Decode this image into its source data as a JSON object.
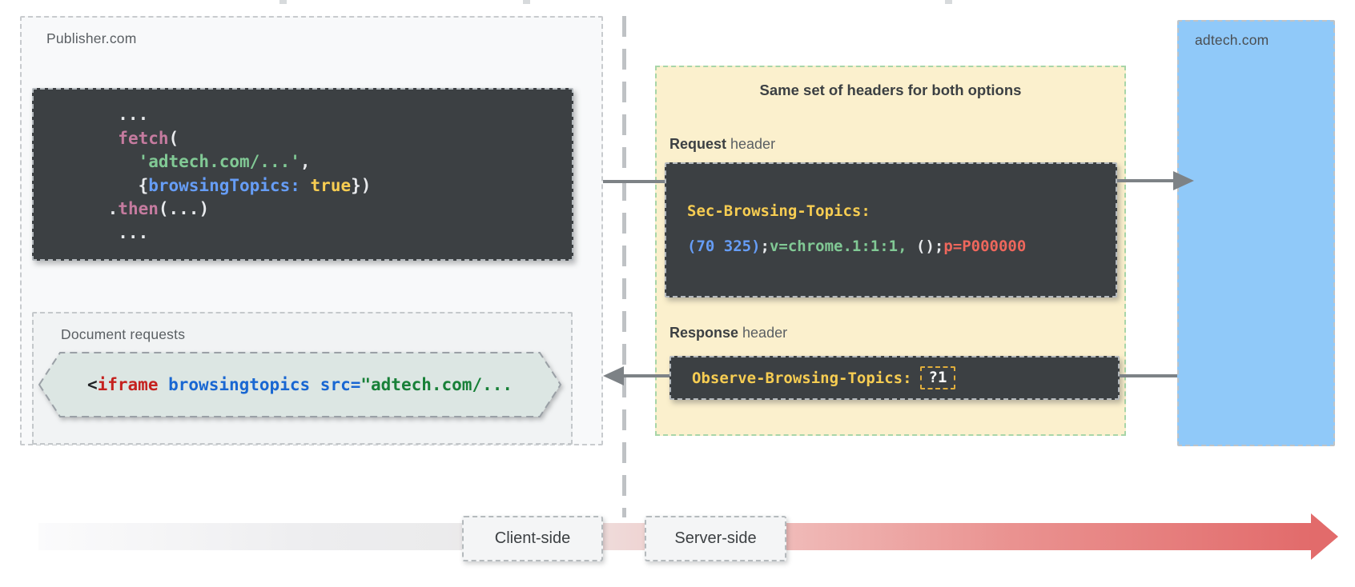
{
  "publisher": {
    "label": "Publisher.com",
    "code_lines": [
      [
        {
          "t": "  ...",
          "c": "white"
        }
      ],
      [
        {
          "t": "  ",
          "c": "white"
        },
        {
          "t": "fetch",
          "c": "pink"
        },
        {
          "t": "(",
          "c": "white"
        }
      ],
      [
        {
          "t": "    ",
          "c": "white"
        },
        {
          "t": "'adtech.com/...'",
          "c": "green"
        },
        {
          "t": ",",
          "c": "white"
        }
      ],
      [
        {
          "t": "    {",
          "c": "white"
        },
        {
          "t": "browsingTopics:",
          "c": "blue"
        },
        {
          "t": " ",
          "c": "white"
        },
        {
          "t": "true",
          "c": "yellow"
        },
        {
          "t": "})",
          "c": "white"
        }
      ],
      [
        {
          "t": " .",
          "c": "white"
        },
        {
          "t": "then",
          "c": "pink"
        },
        {
          "t": "(...)",
          "c": "white"
        }
      ],
      [
        {
          "t": "  ...",
          "c": "white"
        }
      ]
    ],
    "document_requests": {
      "label": "Document requests",
      "iframe_tokens": [
        {
          "t": "<",
          "c": "dark"
        },
        {
          "t": "iframe",
          "c": "htmlred"
        },
        {
          "t": " ",
          "c": "dark"
        },
        {
          "t": "browsingtopics",
          "c": "htmlblue"
        },
        {
          "t": " ",
          "c": "dark"
        },
        {
          "t": "src=",
          "c": "htmlblue"
        },
        {
          "t": "\"adtech.com/...",
          "c": "htmlgreen"
        }
      ]
    }
  },
  "headers_panel": {
    "title": "Same set of headers for both options",
    "request_label_strong": "Request",
    "request_label_rest": " header",
    "request_line1": "Sec-Browsing-Topics:",
    "request_line2_tokens": [
      {
        "t": "(70 325)",
        "c": "blue"
      },
      {
        "t": ";",
        "c": "white"
      },
      {
        "t": "v=chrome.1:1:1,",
        "c": "green"
      },
      {
        "t": " ()",
        "c": "white"
      },
      {
        "t": ";",
        "c": "white"
      },
      {
        "t": "p=P000000",
        "c": "red"
      }
    ],
    "response_label_strong": "Response",
    "response_label_rest": " header",
    "response_name": "Observe-Browsing-Topics:",
    "response_value": "?1"
  },
  "adtech": {
    "label": "adtech.com"
  },
  "timeline": {
    "client_label": "Client-side",
    "server_label": "Server-side"
  },
  "colors": {
    "code": {
      "white": "#e8eaed",
      "pink": "#c57b9f",
      "green": "#81c995",
      "blue": "#669df6",
      "yellow": "#f7cd52",
      "red": "#ee675c",
      "dark": "#202124",
      "htmlred": "#c5221f",
      "htmlblue": "#1967d2",
      "htmlgreen": "#188038"
    },
    "panel_background": "#fbf0cd",
    "panel_border_green": "#a8d5a8",
    "adtech_blue": "#90c9f9",
    "arrow_gray": "#7d8286",
    "timeline_red": "#e26b6b",
    "dark_block": "#3c4043"
  }
}
